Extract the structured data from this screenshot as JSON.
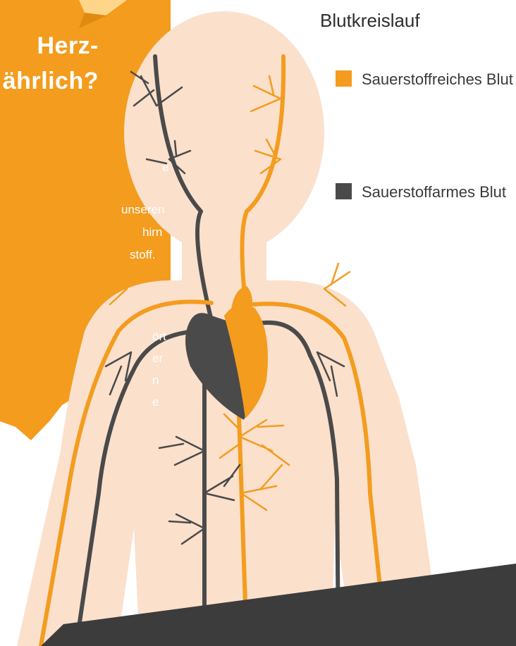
{
  "panel": {
    "title_lines": [
      "Herz-",
      "ährlich?"
    ],
    "body_lines": [
      "e",
      "unseren",
      "hirn",
      "stoff.",
      "ört",
      "er",
      "n",
      "e"
    ]
  },
  "legend": {
    "title": "Blutkreislauf",
    "items": [
      {
        "label": "Sauerstoffreiches Blut",
        "color": "#f39c1e"
      },
      {
        "label": "Sauerstoffarmes Blut",
        "color": "#4a4a4a"
      }
    ]
  },
  "colors": {
    "accent": "#f39c1e",
    "dark": "#4a4a4a",
    "skin": "#fbe0cc",
    "footer": "#3c3c3c"
  }
}
